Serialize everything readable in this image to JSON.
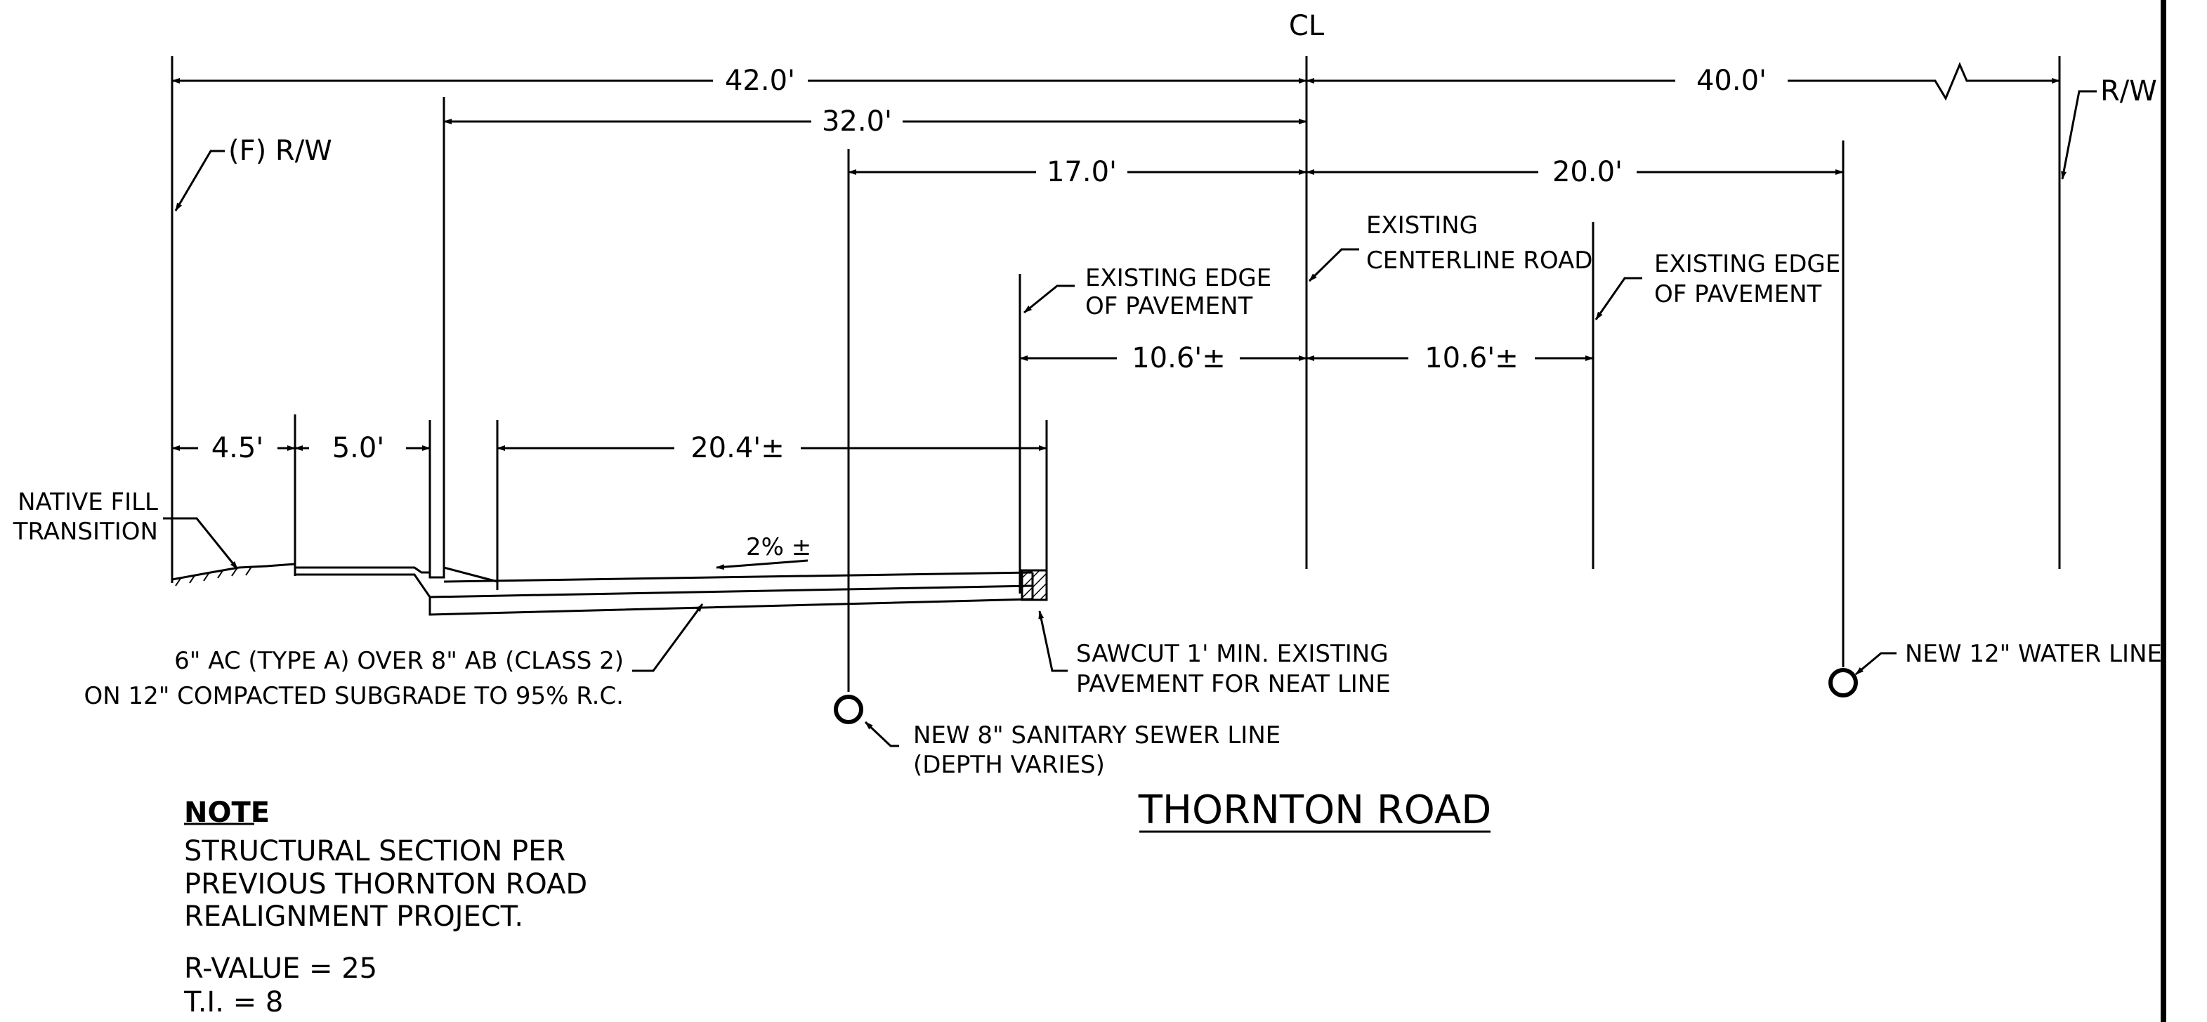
{
  "centerline_label": "CL",
  "dimensions": {
    "left_row_to_cl": "42.0'",
    "cl_to_right_row": "40.0'",
    "face_to_cl": "32.0'",
    "sewer_to_cl": "17.0'",
    "cl_to_water": "20.0'",
    "left_pave_half": "10.6'±",
    "right_pave_half": "10.6'±",
    "shoulder": "4.5'",
    "walk": "5.0'",
    "new_pavement": "20.4'±"
  },
  "callouts": {
    "future_row": "(F) R/W",
    "right_row": "R/W",
    "centerline_line1": "EXISTING",
    "centerline_line2": "CENTERLINE ROAD",
    "left_eop_line1": "EXISTING EDGE",
    "left_eop_line2": "OF PAVEMENT",
    "right_eop_line1": "EXISTING EDGE",
    "right_eop_line2": "OF PAVEMENT",
    "native_line1": "NATIVE FILL",
    "native_line2": "TRANSITION",
    "slope": "2% ±",
    "section_line1": "6\" AC (TYPE A) OVER 8\" AB (CLASS 2)",
    "section_line2": "ON 12\" COMPACTED SUBGRADE TO 95% R.C.",
    "sawcut_line1": "SAWCUT 1' MIN. EXISTING",
    "sawcut_line2": "PAVEMENT FOR NEAT LINE",
    "sewer_line1": "NEW 8\" SANITARY SEWER LINE",
    "sewer_line2": "(DEPTH VARIES)",
    "water": "NEW 12\" WATER LINE"
  },
  "title": "THORNTON ROAD",
  "note": {
    "heading": "NOTE",
    "line1": "STRUCTURAL SECTION PER",
    "line2": "PREVIOUS THORNTON ROAD",
    "line3": "REALIGNMENT PROJECT.",
    "r_value": "R-VALUE = 25",
    "ti": "T.I. = 8"
  }
}
